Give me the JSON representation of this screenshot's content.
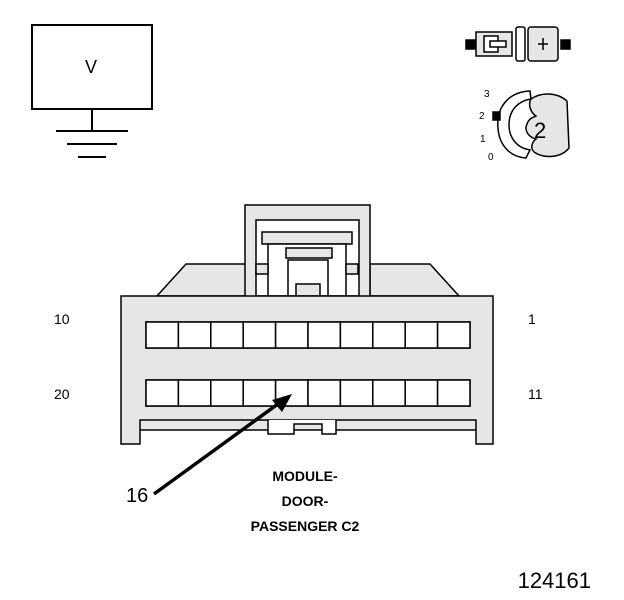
{
  "meter": {
    "label": "V"
  },
  "connector_view": {
    "position_labels": [
      "3",
      "2",
      "1",
      "0"
    ],
    "key_label": "2"
  },
  "pins": {
    "top_left": "10",
    "top_right": "1",
    "bottom_left": "20",
    "bottom_right": "11",
    "callout": "16"
  },
  "caption": {
    "line1": "MODULE-",
    "line2": "DOOR-",
    "line3": "PASSENGER C2"
  },
  "figure_id": "124161"
}
